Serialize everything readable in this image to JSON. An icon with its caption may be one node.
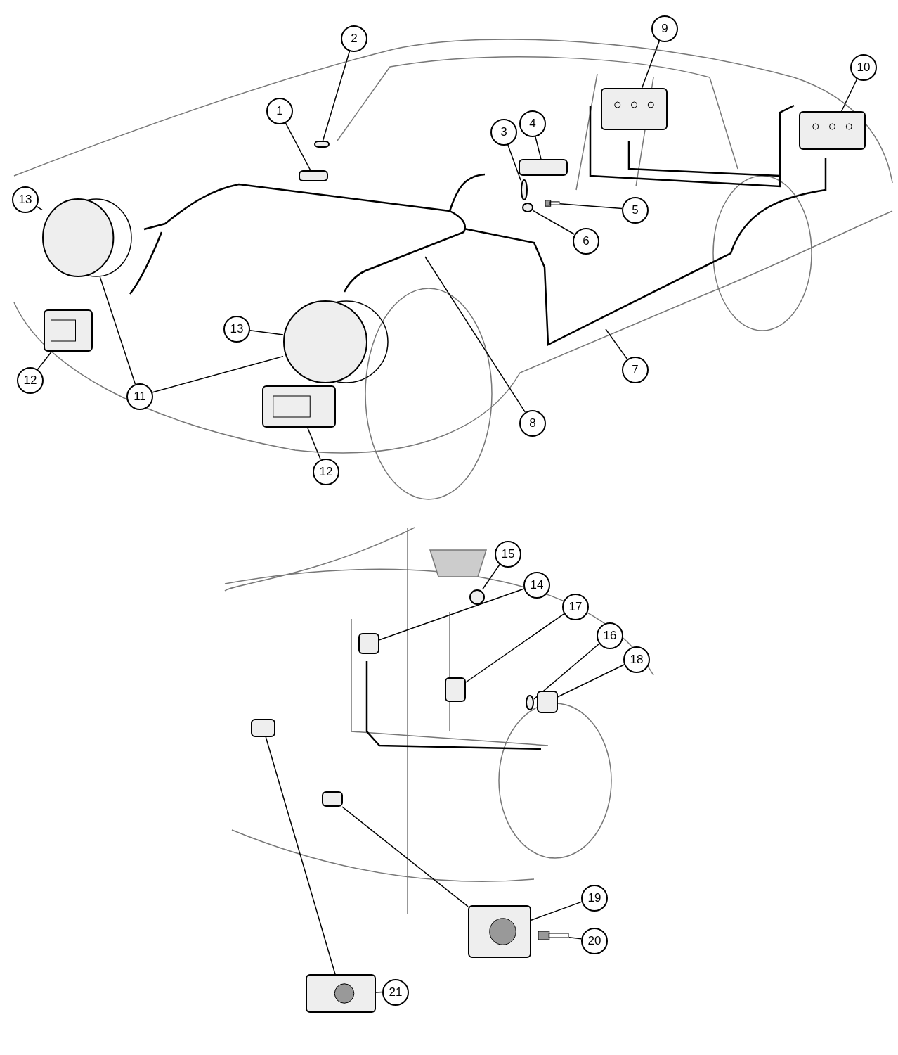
{
  "diagram": {
    "nodes": [
      {
        "text": [
          "1"
        ]
      },
      {
        "text": [],
        "shape": "box"
      },
      {
        "text": [
          "2"
        ]
      },
      {
        "text": [],
        "shape": "box"
      },
      {
        "text": [
          "3"
        ]
      },
      {
        "text": [],
        "shape": "circle"
      },
      {
        "text": [
          "4"
        ]
      },
      {
        "text": [],
        "shape": "box"
      },
      {
        "text": [
          "5"
        ]
      },
      {
        "text": [],
        "shape": "picture"
      },
      {
        "text": [
          "6"
        ]
      },
      {
        "text": [],
        "shape": "circle"
      },
      {
        "text": [
          "7"
        ]
      },
      {
        "text": [
          "8"
        ]
      },
      {
        "text": [
          "9"
        ]
      },
      {
        "text": [],
        "shape": "picture"
      },
      {
        "text": [
          "10"
        ]
      },
      {
        "text": [],
        "shape": "picture"
      },
      {
        "text": [
          "11"
        ]
      },
      {
        "text": [
          "12"
        ]
      },
      {
        "text": [],
        "shape": "picture"
      },
      {
        "text": [
          "12"
        ]
      },
      {
        "text": [],
        "shape": "picture"
      },
      {
        "text": [
          "13"
        ]
      },
      {
        "text": [],
        "shape": "circle"
      },
      {
        "text": [
          "13"
        ]
      },
      {
        "text": [],
        "shape": "circle"
      },
      {
        "text": [
          "14"
        ]
      },
      {
        "text": [],
        "shape": "box"
      },
      {
        "text": [
          "15"
        ]
      },
      {
        "text": [],
        "shape": "circle"
      },
      {
        "text": [
          "16"
        ]
      },
      {
        "text": [],
        "shape": "circle"
      },
      {
        "text": [
          "17"
        ]
      },
      {
        "text": [],
        "shape": "box"
      },
      {
        "text": [
          "18"
        ]
      },
      {
        "text": [],
        "shape": "box"
      },
      {
        "text": [
          "19"
        ]
      },
      {
        "text": [],
        "shape": "box"
      },
      {
        "text": [
          "20"
        ]
      },
      {
        "text": [],
        "shape": "picture"
      },
      {
        "text": [
          "21"
        ]
      },
      {
        "text": [],
        "shape": "box"
      },
      {
        "text": [],
        "shape": "box"
      },
      {
        "text": [],
        "shape": "box"
      }
    ],
    "edges": [
      {
        "from": 0,
        "to": 1,
        "arrow": "none"
      },
      {
        "from": 2,
        "to": 3,
        "arrow": "none"
      },
      {
        "from": 4,
        "to": 5,
        "arrow": "none"
      },
      {
        "from": 6,
        "to": 7,
        "arrow": "none"
      },
      {
        "from": 8,
        "to": 9,
        "arrow": "none"
      },
      {
        "from": 10,
        "to": 11,
        "arrow": "none"
      },
      {
        "from": 12,
        "to": null,
        "arrow": "none"
      },
      {
        "from": 13,
        "to": null,
        "arrow": "none"
      },
      {
        "from": 14,
        "to": 15,
        "arrow": "none"
      },
      {
        "from": 16,
        "to": 17,
        "arrow": "none"
      },
      {
        "from": 18,
        "to": 24,
        "arrow": "none"
      },
      {
        "from": 18,
        "to": 26,
        "arrow": "none"
      },
      {
        "from": 19,
        "to": 20,
        "arrow": "none"
      },
      {
        "from": 21,
        "to": 22,
        "arrow": "none"
      },
      {
        "from": 23,
        "to": 24,
        "arrow": "none"
      },
      {
        "from": 25,
        "to": 26,
        "arrow": "none"
      },
      {
        "from": 27,
        "to": 28,
        "arrow": "none"
      },
      {
        "from": 29,
        "to": 30,
        "arrow": "none"
      },
      {
        "from": 31,
        "to": 32,
        "arrow": "none"
      },
      {
        "from": 33,
        "to": 34,
        "arrow": "none"
      },
      {
        "from": 35,
        "to": 36,
        "arrow": "none"
      },
      {
        "from": 37,
        "to": 38,
        "arrow": "none"
      },
      {
        "from": 39,
        "to": 40,
        "arrow": "none"
      },
      {
        "from": 41,
        "to": 42,
        "arrow": "none"
      },
      {
        "from": 43,
        "to": 42,
        "arrow": "none"
      },
      {
        "from": 44,
        "to": 38,
        "arrow": "none"
      }
    ]
  }
}
